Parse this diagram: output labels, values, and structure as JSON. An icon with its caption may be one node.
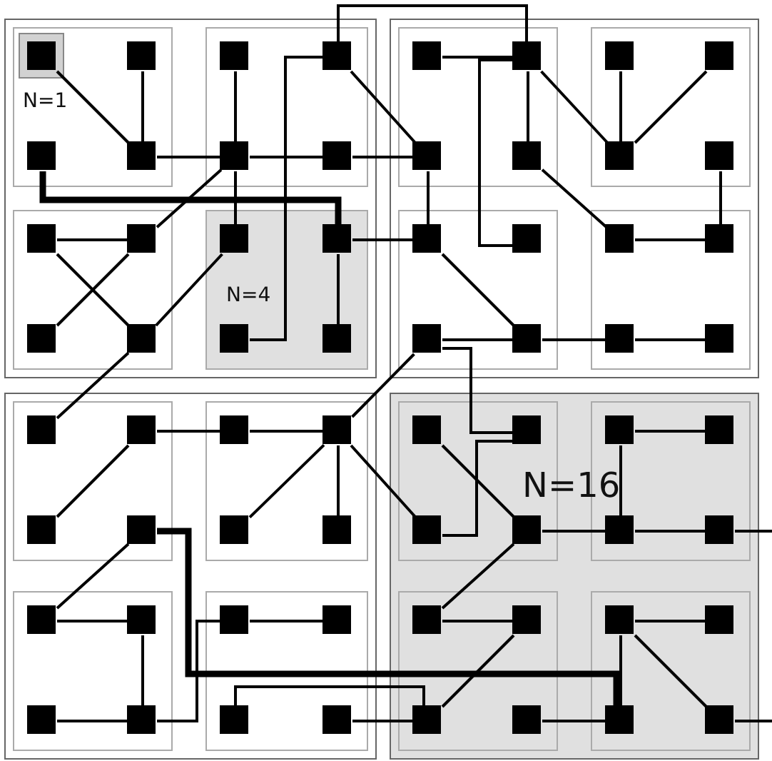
{
  "diagram": {
    "nodes": [
      {
        "text": [],
        "shape": "box"
      },
      {
        "text": [],
        "shape": "box"
      },
      {
        "text": [],
        "shape": "box"
      },
      {
        "text": [
          "N=16"
        ]
      },
      {
        "text": [],
        "shape": "box",
        "in": 0
      },
      {
        "text": [],
        "shape": "box",
        "in": 0
      },
      {
        "text": [],
        "shape": "box",
        "in": 0
      },
      {
        "text": [
          "N=4"
        ],
        "in": 0
      },
      {
        "text": [],
        "shape": "box",
        "in": 1
      },
      {
        "text": [],
        "shape": "box",
        "in": 1
      },
      {
        "text": [],
        "shape": "box",
        "in": 1
      },
      {
        "text": [],
        "shape": "box",
        "in": 1
      },
      {
        "text": [],
        "shape": "box",
        "in": 2
      },
      {
        "text": [],
        "shape": "box",
        "in": 2
      },
      {
        "text": [],
        "shape": "box",
        "in": 2
      },
      {
        "text": [],
        "shape": "box",
        "in": 2
      },
      {
        "text": [],
        "shape": "box",
        "in": 3
      },
      {
        "text": [],
        "shape": "box",
        "in": 3
      },
      {
        "text": [],
        "shape": "box",
        "in": 3
      },
      {
        "text": [],
        "shape": "box",
        "in": 3
      },
      {
        "text": [
          "N=1"
        ],
        "in": 4
      },
      {
        "text": [],
        "shape": "box",
        "in": 20
      },
      {
        "text": [],
        "shape": "box",
        "in": 4
      },
      {
        "text": [],
        "shape": "box",
        "in": 5
      },
      {
        "text": [],
        "shape": "box",
        "in": 5
      },
      {
        "text": [],
        "shape": "box",
        "in": 8
      },
      {
        "text": [],
        "shape": "box",
        "in": 8
      },
      {
        "text": [],
        "shape": "box",
        "in": 9
      },
      {
        "text": [],
        "shape": "box",
        "in": 9
      },
      {
        "text": [],
        "shape": "box",
        "in": 4
      },
      {
        "text": [],
        "shape": "box",
        "in": 4
      },
      {
        "text": [],
        "shape": "box",
        "in": 5
      },
      {
        "text": [],
        "shape": "box",
        "in": 5
      },
      {
        "text": [],
        "shape": "box",
        "in": 8
      },
      {
        "text": [],
        "shape": "box",
        "in": 8
      },
      {
        "text": [],
        "shape": "box",
        "in": 9
      },
      {
        "text": [],
        "shape": "box",
        "in": 9
      },
      {
        "text": [],
        "shape": "box",
        "in": 6
      },
      {
        "text": [],
        "shape": "box",
        "in": 6
      },
      {
        "text": [],
        "shape": "box",
        "in": 7
      },
      {
        "text": [],
        "shape": "box",
        "in": 7
      },
      {
        "text": [],
        "shape": "box",
        "in": 10
      },
      {
        "text": [],
        "shape": "box",
        "in": 10
      },
      {
        "text": [],
        "shape": "box",
        "in": 11
      },
      {
        "text": [],
        "shape": "box",
        "in": 11
      },
      {
        "text": [],
        "shape": "box",
        "in": 6
      },
      {
        "text": [],
        "shape": "box",
        "in": 6
      },
      {
        "text": [],
        "shape": "box",
        "in": 7
      },
      {
        "text": [],
        "shape": "box",
        "in": 7
      },
      {
        "text": [],
        "shape": "box",
        "in": 10
      },
      {
        "text": [],
        "shape": "box",
        "in": 10
      },
      {
        "text": [],
        "shape": "box",
        "in": 11
      },
      {
        "text": [],
        "shape": "box",
        "in": 11
      },
      {
        "text": [],
        "shape": "box",
        "in": 12
      },
      {
        "text": [],
        "shape": "box",
        "in": 12
      },
      {
        "text": [],
        "shape": "box",
        "in": 13
      },
      {
        "text": [],
        "shape": "box",
        "in": 13
      },
      {
        "text": [],
        "shape": "box",
        "in": 16
      },
      {
        "text": [],
        "shape": "box",
        "in": 16
      },
      {
        "text": [],
        "shape": "box",
        "in": 17
      },
      {
        "text": [],
        "shape": "box",
        "in": 17
      },
      {
        "text": [],
        "shape": "box",
        "in": 12
      },
      {
        "text": [],
        "shape": "box",
        "in": 12
      },
      {
        "text": [],
        "shape": "box",
        "in": 13
      },
      {
        "text": [],
        "shape": "box",
        "in": 13
      },
      {
        "text": [],
        "shape": "box",
        "in": 16
      },
      {
        "text": [],
        "shape": "box",
        "in": 16
      },
      {
        "text": [],
        "shape": "box",
        "in": 17
      },
      {
        "text": [],
        "shape": "box",
        "in": 17
      },
      {
        "text": [],
        "shape": "box",
        "in": 14
      },
      {
        "text": [],
        "shape": "box",
        "in": 14
      },
      {
        "text": [],
        "shape": "box",
        "in": 15
      },
      {
        "text": [],
        "shape": "box",
        "in": 15
      },
      {
        "text": [],
        "shape": "box",
        "in": 18
      },
      {
        "text": [],
        "shape": "box",
        "in": 18
      },
      {
        "text": [],
        "shape": "box",
        "in": 19
      },
      {
        "text": [],
        "shape": "box",
        "in": 19
      },
      {
        "text": [],
        "shape": "box",
        "in": 14
      },
      {
        "text": [],
        "shape": "box",
        "in": 14
      },
      {
        "text": [],
        "shape": "box",
        "in": 15
      },
      {
        "text": [],
        "shape": "box",
        "in": 15
      },
      {
        "text": [],
        "shape": "box",
        "in": 18
      },
      {
        "text": [],
        "shape": "box",
        "in": 18
      },
      {
        "text": [],
        "shape": "box",
        "in": 19
      },
      {
        "text": [],
        "shape": "box",
        "in": 19
      }
    ],
    "edges": [
      {
        "from": 21,
        "to": 30,
        "arrow": "none"
      },
      {
        "from": 22,
        "to": 30,
        "arrow": "none"
      },
      {
        "from": 30,
        "to": 31,
        "arrow": "none"
      },
      {
        "from": 31,
        "to": 32,
        "arrow": "none"
      },
      {
        "from": 32,
        "to": 33,
        "arrow": "none"
      },
      {
        "from": 23,
        "to": 31,
        "arrow": "none"
      },
      {
        "from": 31,
        "to": 39,
        "arrow": "none"
      },
      {
        "from": 31,
        "to": 38,
        "arrow": "none"
      },
      {
        "from": 38,
        "to": 45,
        "arrow": "none"
      },
      {
        "from": 37,
        "to": 38,
        "arrow": "none"
      },
      {
        "from": 37,
        "to": 46,
        "arrow": "none"
      },
      {
        "from": 46,
        "to": 39,
        "arrow": "none"
      },
      {
        "from": 46,
        "to": 53,
        "arrow": "none"
      },
      {
        "from": 29,
        "to": 40,
        "arrow": "none",
        "style": "thick"
      },
      {
        "from": 47,
        "to": 24,
        "arrow": "none"
      },
      {
        "from": 24,
        "to": 26,
        "arrow": "none"
      },
      {
        "from": 24,
        "to": 33,
        "arrow": "none"
      },
      {
        "from": 40,
        "to": 48,
        "arrow": "none"
      },
      {
        "from": 40,
        "to": 41,
        "arrow": "none"
      },
      {
        "from": 49,
        "to": 56,
        "arrow": "none"
      },
      {
        "from": 25,
        "to": 26,
        "arrow": "none"
      },
      {
        "from": 26,
        "to": 42,
        "arrow": "none"
      },
      {
        "from": 26,
        "to": 34,
        "arrow": "none"
      },
      {
        "from": 26,
        "to": 35,
        "arrow": "none"
      },
      {
        "from": 27,
        "to": 35,
        "arrow": "none"
      },
      {
        "from": 28,
        "to": 35,
        "arrow": "none"
      },
      {
        "from": 36,
        "to": 44,
        "arrow": "none"
      },
      {
        "from": 34,
        "to": 43,
        "arrow": "none"
      },
      {
        "from": 43,
        "to": 44,
        "arrow": "none"
      },
      {
        "from": 33,
        "to": 41,
        "arrow": "none"
      },
      {
        "from": 41,
        "to": 50,
        "arrow": "none"
      },
      {
        "from": 49,
        "to": 50,
        "arrow": "none"
      },
      {
        "from": 50,
        "to": 51,
        "arrow": "none"
      },
      {
        "from": 51,
        "to": 52,
        "arrow": "none"
      },
      {
        "from": 49,
        "to": 58,
        "arrow": "none"
      },
      {
        "from": 65,
        "to": 58,
        "arrow": "none"
      },
      {
        "from": 57,
        "to": 66,
        "arrow": "none"
      },
      {
        "from": 56,
        "to": 65,
        "arrow": "none"
      },
      {
        "from": 66,
        "to": 67,
        "arrow": "none"
      },
      {
        "from": 67,
        "to": 68,
        "arrow": "none"
      },
      {
        "from": 68,
        "to": null,
        "arrow": "none"
      },
      {
        "from": 59,
        "to": 60,
        "arrow": "none"
      },
      {
        "from": 59,
        "to": 67,
        "arrow": "none"
      },
      {
        "from": 66,
        "to": 73,
        "arrow": "none"
      },
      {
        "from": 73,
        "to": 74,
        "arrow": "none"
      },
      {
        "from": 74,
        "to": 81,
        "arrow": "none"
      },
      {
        "from": 75,
        "to": 76,
        "arrow": "none"
      },
      {
        "from": 75,
        "to": 83,
        "arrow": "none"
      },
      {
        "from": 75,
        "to": 84,
        "arrow": "none"
      },
      {
        "from": 84,
        "to": null,
        "arrow": "none"
      },
      {
        "from": 82,
        "to": 83,
        "arrow": "none"
      },
      {
        "from": 62,
        "to": 83,
        "arrow": "none",
        "style": "thick"
      },
      {
        "from": 79,
        "to": 81,
        "arrow": "none"
      },
      {
        "from": 80,
        "to": 81,
        "arrow": "none"
      },
      {
        "from": 54,
        "to": 61,
        "arrow": "none"
      },
      {
        "from": 54,
        "to": 55,
        "arrow": "none"
      },
      {
        "from": 55,
        "to": 56,
        "arrow": "none"
      },
      {
        "from": 56,
        "to": 63,
        "arrow": "none"
      },
      {
        "from": 56,
        "to": 64,
        "arrow": "none"
      },
      {
        "from": 62,
        "to": 69,
        "arrow": "none"
      },
      {
        "from": 69,
        "to": 70,
        "arrow": "none"
      },
      {
        "from": 70,
        "to": 78,
        "arrow": "none"
      },
      {
        "from": 77,
        "to": 78,
        "arrow": "none"
      },
      {
        "from": 78,
        "to": 71,
        "arrow": "none"
      },
      {
        "from": 71,
        "to": 72,
        "arrow": "none"
      }
    ]
  }
}
